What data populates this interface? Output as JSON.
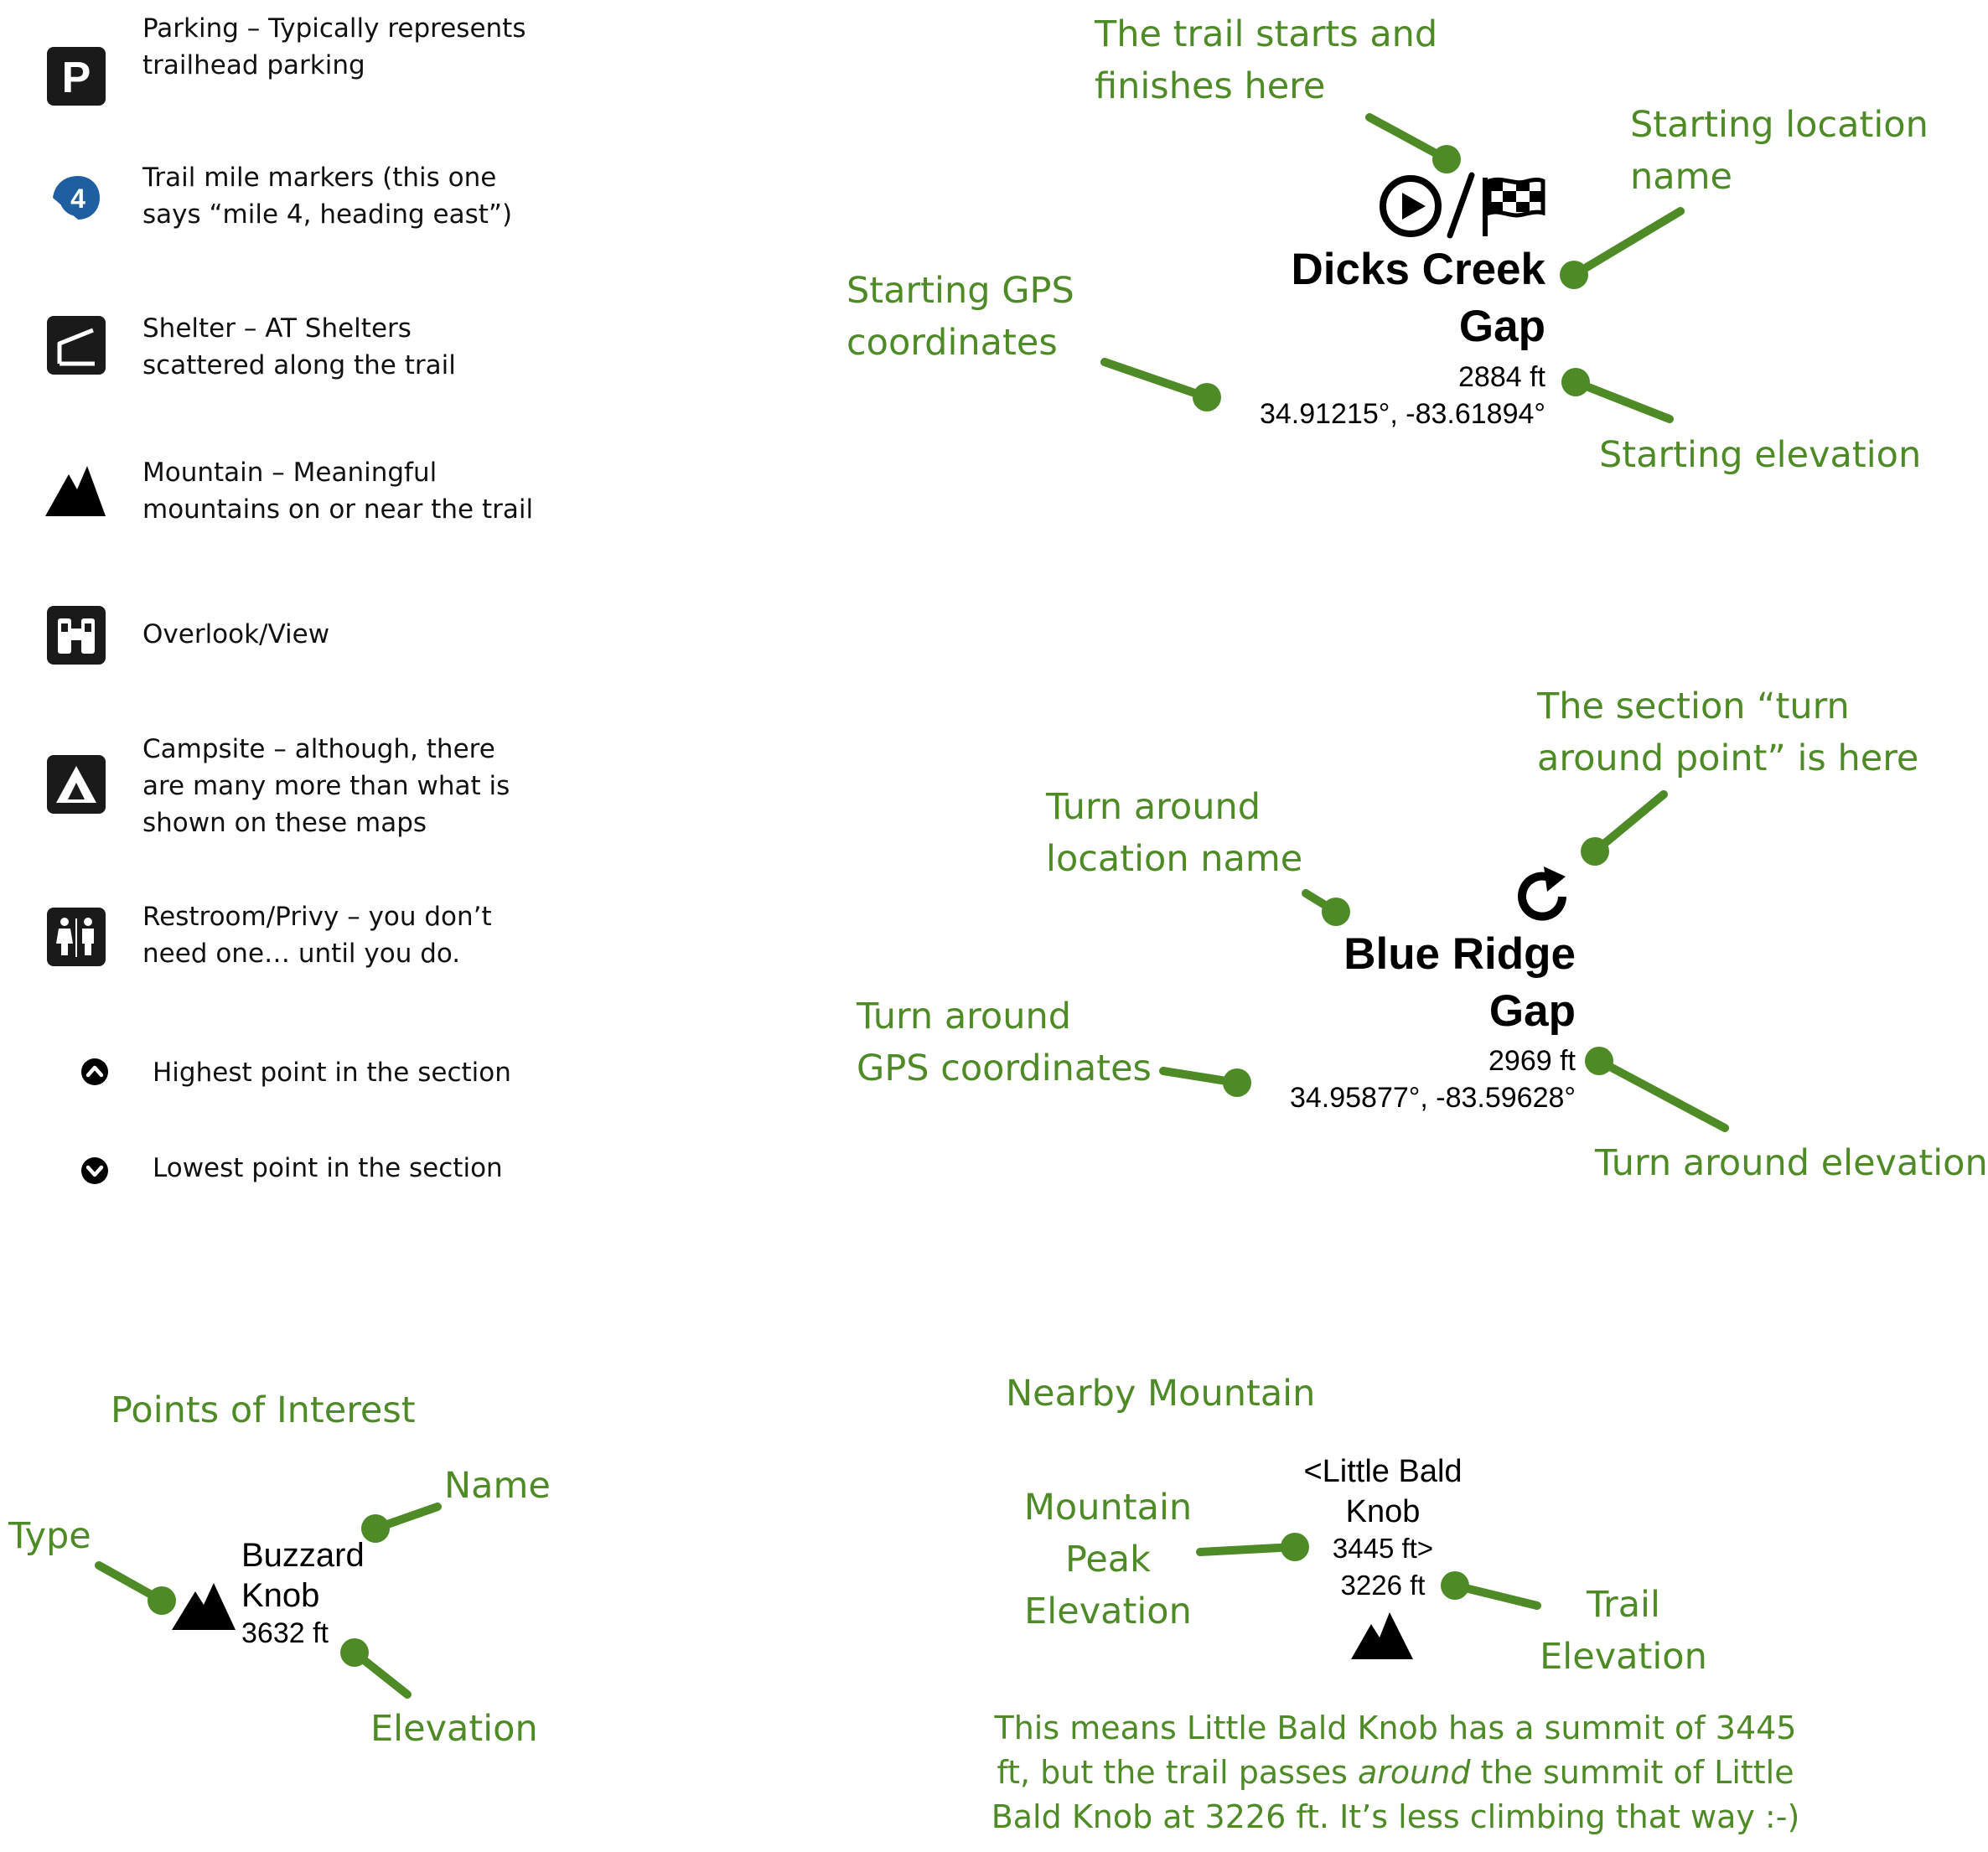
{
  "legend": {
    "parking": "Parking – Typically represents\ntrailhead parking",
    "mile_marker": "Trail mile markers (this one\nsays “mile 4, heading east”)",
    "mile_marker_number": "4",
    "shelter": "Shelter – AT Shelters\nscattered along the trail",
    "mountain": "Mountain – Meaningful\nmountains on or near the trail",
    "overlook": "Overlook/View",
    "campsite": "Campsite – although, there\nare many more than what is\nshown on these maps",
    "restroom": "Restroom/Privy – you don’t\nneed one… until you do.",
    "highest": "Highest point in the section",
    "lowest": "Lowest point in the section",
    "parking_glyph": "P"
  },
  "start": {
    "name": "Dicks Creek\nGap",
    "elevation": "2884 ft",
    "coords": "34.91215°, -83.61894°",
    "annotations": {
      "starts_finishes": "The trail starts and\nfinishes here",
      "location_name": "Starting location\nname",
      "gps": "Starting GPS\ncoordinates",
      "elevation": "Starting elevation"
    }
  },
  "turnaround": {
    "name": "Blue Ridge\nGap",
    "elevation": "2969 ft",
    "coords": "34.95877°, -83.59628°",
    "annotations": {
      "turn_point": "The section “turn\naround point” is here",
      "location_name": "Turn around\nlocation name",
      "gps": "Turn around\nGPS coordinates",
      "elevation": "Turn around elevation"
    }
  },
  "poi": {
    "heading": "Points of Interest",
    "name_line1": "Buzzard",
    "name_line2": "Knob",
    "elevation": "3632 ft",
    "annotations": {
      "type": "Type",
      "name": "Name",
      "elevation": "Elevation"
    }
  },
  "nearby": {
    "heading": "Nearby Mountain",
    "line1": "<Little Bald",
    "line2": "Knob",
    "line3": "3445 ft>",
    "trail_elev": "3226 ft",
    "annotations": {
      "peak": "Mountain\nPeak\nElevation",
      "trail": "Trail\nElevation"
    },
    "note_part1": "This means Little Bald Knob has a summit of 3445\nft, but the trail passes ",
    "note_italic": "around",
    "note_part2": " the summit of Little\nBald Knob at 3226 ft. It’s less climbing that way :-)"
  },
  "colors": {
    "annotation": "#4e8a26",
    "icon_bg": "#1a1a1a",
    "mile_marker": "#1f5fa0"
  }
}
